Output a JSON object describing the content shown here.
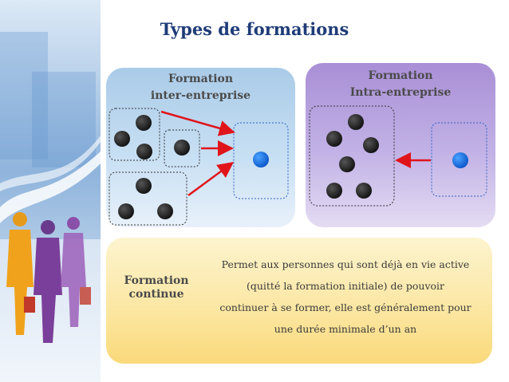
{
  "title": "Types de formations",
  "inter": {
    "line1": "Formation",
    "line2": "inter-entreprise"
  },
  "intra": {
    "line1": "Formation",
    "line2": "Intra-entreprise"
  },
  "continue": {
    "label_line1": "Formation",
    "label_line2": "continue",
    "text_lines": [
      "Permet aux personnes qui sont déjà en vie active",
      "(quitté la formation initiale) de pouvoir",
      "continuer à se former, elle est généralement pour",
      "une durée minimale d’un an"
    ]
  },
  "colors": {
    "title": "#1f3c78",
    "arrow": "#e0141b",
    "dot": "#2b2b2b",
    "trainer_dot": "#1a6fe0",
    "group_border_inter": "#333333",
    "group_border_blue": "#2e64c8"
  }
}
